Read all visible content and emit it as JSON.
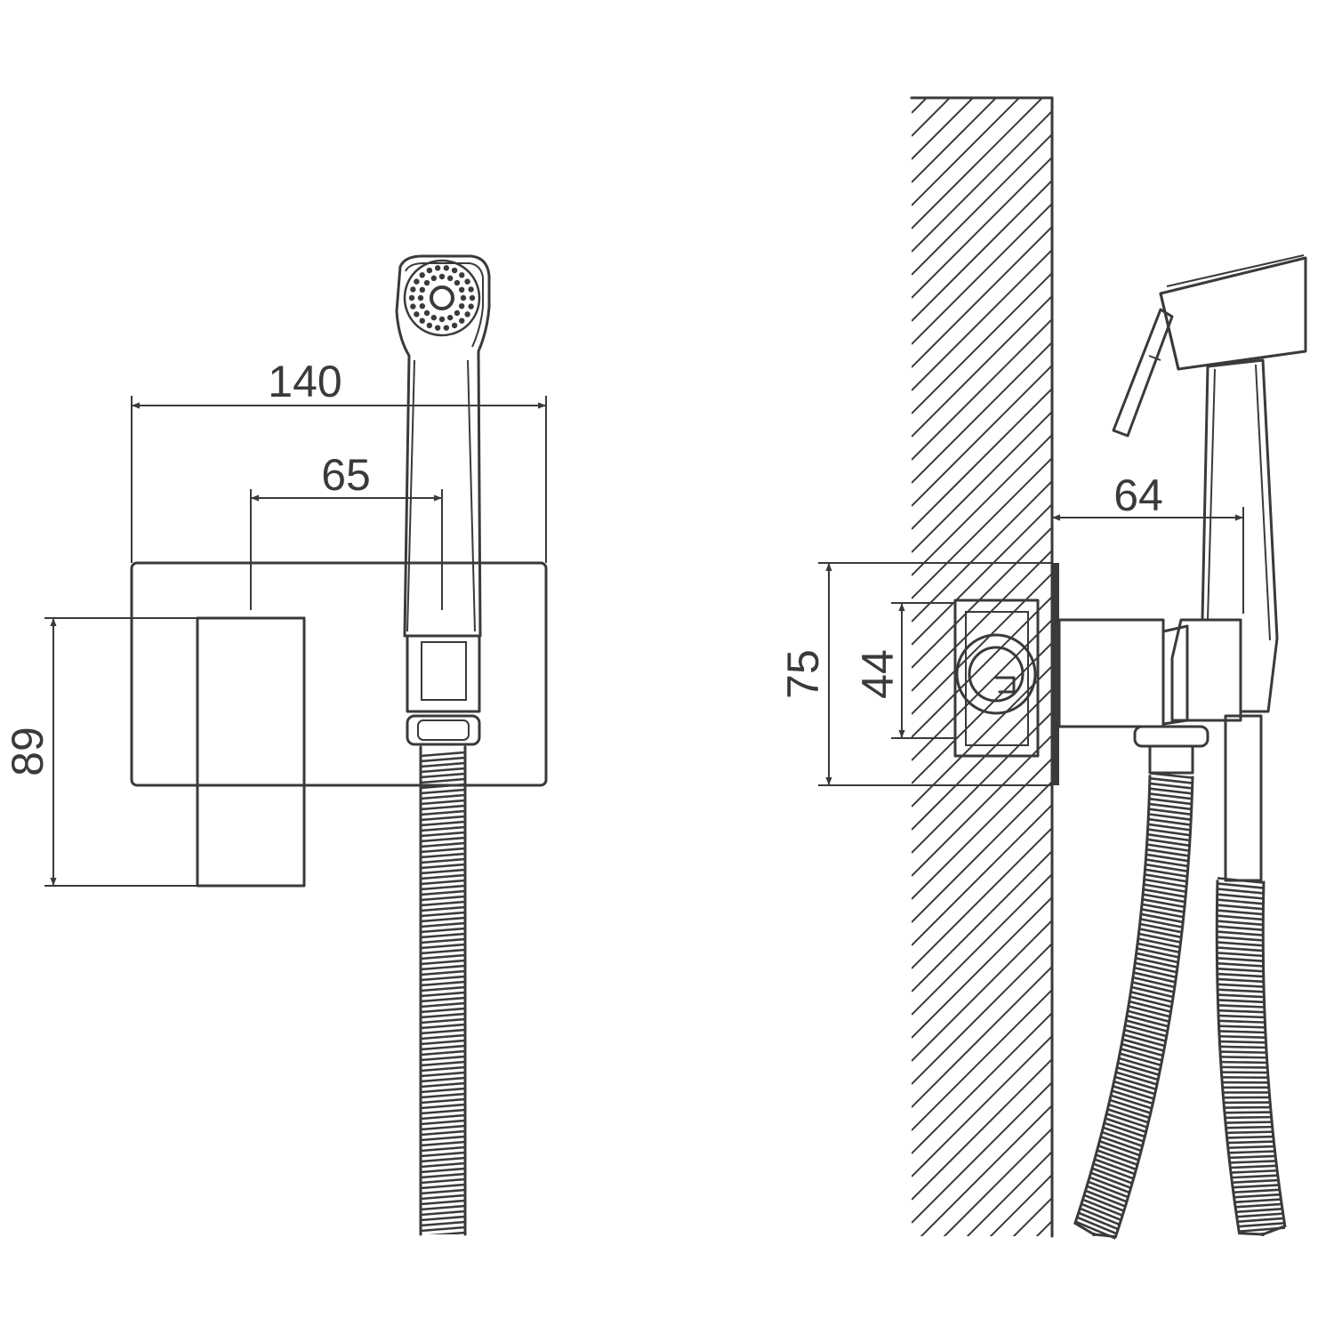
{
  "colors": {
    "line": "#3a3a3a",
    "background": "#ffffff"
  },
  "front_view": {
    "dim_width": "140",
    "dim_shower_offset": "65",
    "dim_height": "89"
  },
  "side_view": {
    "dim_projection": "64",
    "dim_plate_height": "75",
    "dim_box_height": "44"
  }
}
